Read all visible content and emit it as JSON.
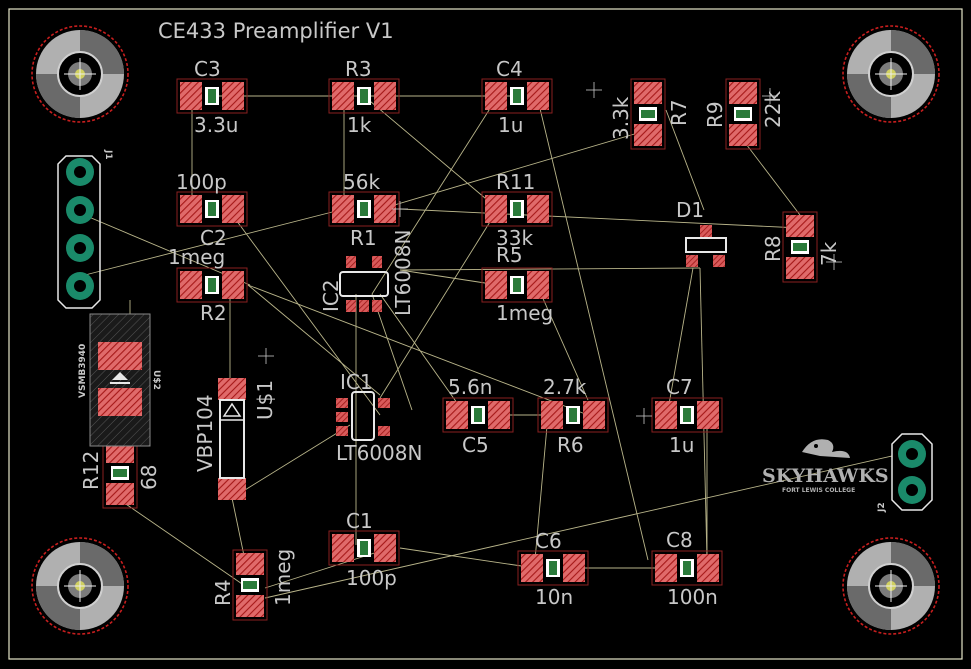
{
  "board": {
    "title": "CE433 Preamplifier V1",
    "colors": {
      "background": "#000000",
      "outline": "#e6e6c8",
      "pad": "#e06a6a",
      "pad_hatch": "#b21a1a",
      "copper_pad": "#1a8a6a",
      "label": "#c8c8c8",
      "wire": "#b9b58a"
    }
  },
  "components": {
    "c3": {
      "ref": "C3",
      "value": "3.3u"
    },
    "r3": {
      "ref": "R3",
      "value": "1k"
    },
    "c4": {
      "ref": "C4",
      "value": "1u"
    },
    "r7": {
      "ref": "R7",
      "value": "3.3k"
    },
    "r9": {
      "ref": "R9",
      "value": "22k"
    },
    "c2": {
      "ref": "C2",
      "value": "100p"
    },
    "r1": {
      "ref": "R1",
      "value": "56k"
    },
    "r11": {
      "ref": "R11",
      "value": "33k"
    },
    "d1": {
      "ref": "D1"
    },
    "r8": {
      "ref": "R8",
      "value": "7k"
    },
    "r2": {
      "ref": "R2",
      "value": "1meg"
    },
    "r5": {
      "ref": "R5",
      "value": "1meg"
    },
    "ic2": {
      "ref": "IC2",
      "value": "LT6008N"
    },
    "ic1": {
      "ref": "IC1",
      "value": "LT6008N"
    },
    "c5": {
      "ref": "C5",
      "value": "5.6n"
    },
    "r6": {
      "ref": "R6",
      "value": "2.7k"
    },
    "c7": {
      "ref": "C7",
      "value": "1u"
    },
    "us1": {
      "ref": "U$1",
      "value": "VBP104"
    },
    "us2": {
      "ref": "U$2",
      "value": "VSMB3940"
    },
    "r12": {
      "ref": "R12",
      "value": "68"
    },
    "r4": {
      "ref": "R4",
      "value": "1meg"
    },
    "c1": {
      "ref": "C1",
      "value": "100p"
    },
    "c6": {
      "ref": "C6",
      "value": "10n"
    },
    "c8": {
      "ref": "C8",
      "value": "100n"
    },
    "j1": {
      "ref": "J1"
    },
    "j2": {
      "ref": "J2"
    }
  },
  "logo": {
    "name": "SKYHAWKS",
    "subtitle": "FORT LEWIS COLLEGE",
    "icon": "skyhawk-logo-icon"
  }
}
